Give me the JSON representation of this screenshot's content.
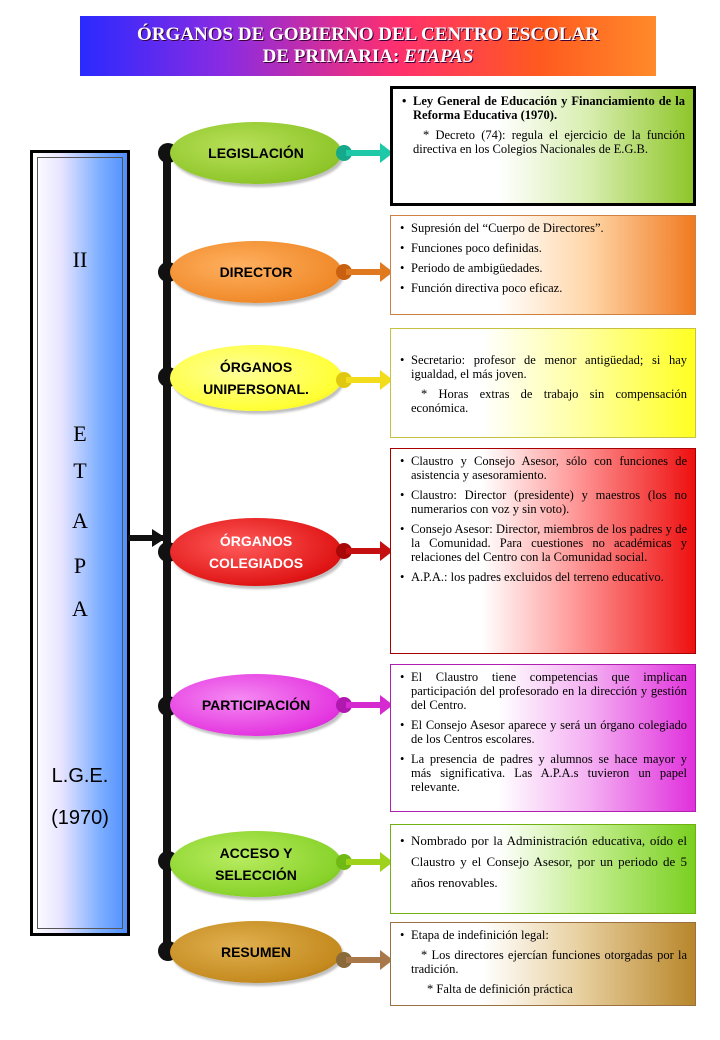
{
  "title": {
    "line1": "ÓRGANOS DE GOBIERNO DEL CENTRO ESCOLAR",
    "line2_prefix": "DE PRIMARIA: ",
    "line2_em": "ETAPAS"
  },
  "etapa_box": {
    "roman": "II",
    "letters": [
      "E",
      "T",
      "A",
      "P",
      "A"
    ],
    "law": "L.G.E.",
    "year": "(1970)"
  },
  "sections": [
    {
      "label": "LEGISLACIÓN",
      "oval_color": "#8fc62a",
      "arrow_color": "#1fc9a8",
      "items": [
        "Ley General de Educación y Financiamiento de la Reforma Educativa (1970).",
        "* Decreto (74): regula el ejercicio de la función directiva en los Colegios Nacionales de E.G.B."
      ]
    },
    {
      "label": "DIRECTOR",
      "oval_color": "#f08a2a",
      "arrow_color": "#e07a20",
      "items": [
        "Supresión del “Cuerpo de Directores”.",
        "Funciones poco definidas.",
        "Periodo de ambigüedades.",
        "Función directiva poco eficaz."
      ]
    },
    {
      "label_line1": "ÓRGANOS",
      "label_line2": "UNIPERSONAL.",
      "oval_color": "#ffff33",
      "arrow_color": "#f2dc1c",
      "items": [
        "Secretario: profesor de menor antigüedad; si hay igualdad, el más joven.",
        "* Horas extras de trabajo sin compensación económica."
      ]
    },
    {
      "label_line1": "ÓRGANOS",
      "label_line2": "COLEGIADOS",
      "oval_color": "#e01515",
      "arrow_color": "#c41010",
      "items": [
        "Claustro y Consejo Asesor, sólo con funciones de asistencia y asesoramiento.",
        "Claustro: Director (presidente) y maestros (los no numerarios con voz y sin voto).",
        "Consejo Asesor: Director, miembros de los padres y de la Comunidad. Para cuestiones no académicas y relaciones del Centro con la Comunidad social.",
        "A.P.A.: los padres excluidos del terreno educativo."
      ]
    },
    {
      "label": "PARTICIPACIÓN",
      "oval_color": "#e436e0",
      "arrow_color": "#d42ad0",
      "items": [
        "El Claustro tiene competencias que implican participación del profesorado en la dirección y gestión del Centro.",
        "El Consejo Asesor aparece y será un órgano colegiado de los Centros escolares.",
        "La presencia de padres y alumnos se hace mayor y más significativa. Las A.P.A.s tuvieron un papel relevante."
      ]
    },
    {
      "label_line1": "ACCESO Y",
      "label_line2": "SELECCIÓN",
      "oval_color": "#88d22a",
      "arrow_color": "#9fd21a",
      "items": [
        "Nombrado por la Administración educativa, oído el Claustro y el Consejo Asesor, por un periodo de 5 años renovables."
      ]
    },
    {
      "label": "RESUMEN",
      "oval_color": "#c48a1e",
      "arrow_color": "#a8784a",
      "items": [
        "Etapa de indefinición legal:",
        "* Los directores ejercían funciones otorgadas por la tradición.",
        "* Falta de definición práctica"
      ]
    }
  ]
}
